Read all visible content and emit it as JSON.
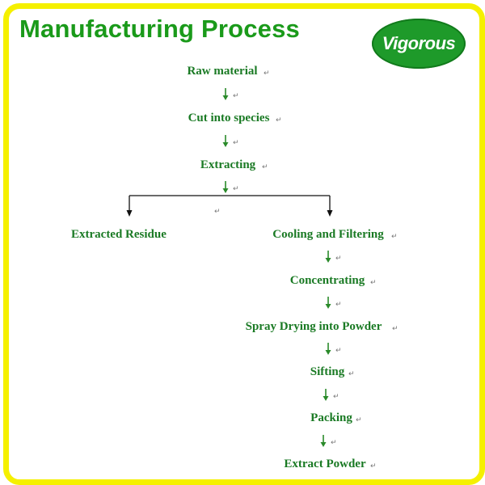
{
  "header": {
    "title": "Manufacturing Process",
    "logo_text": "Vigorous"
  },
  "flow": {
    "raw_material": "Raw material",
    "cut_into_species": "Cut into species",
    "extracting": "Extracting",
    "extracted_residue": "Extracted Residue",
    "cooling_and_filtering": "Cooling and Filtering",
    "concentrating": "Concentrating",
    "spray_drying": "Spray Drying into Powder",
    "sifting": "Sifting",
    "packing": "Packing",
    "extract_powder": "Extract Powder"
  },
  "symbols": {
    "return_mark": "↵"
  },
  "colors": {
    "frame": "#f5f000",
    "title": "#1a9a1a",
    "node_text": "#1a7a24",
    "arrow": "#2a8a2a",
    "logo_bg": "#1e9a2a"
  }
}
